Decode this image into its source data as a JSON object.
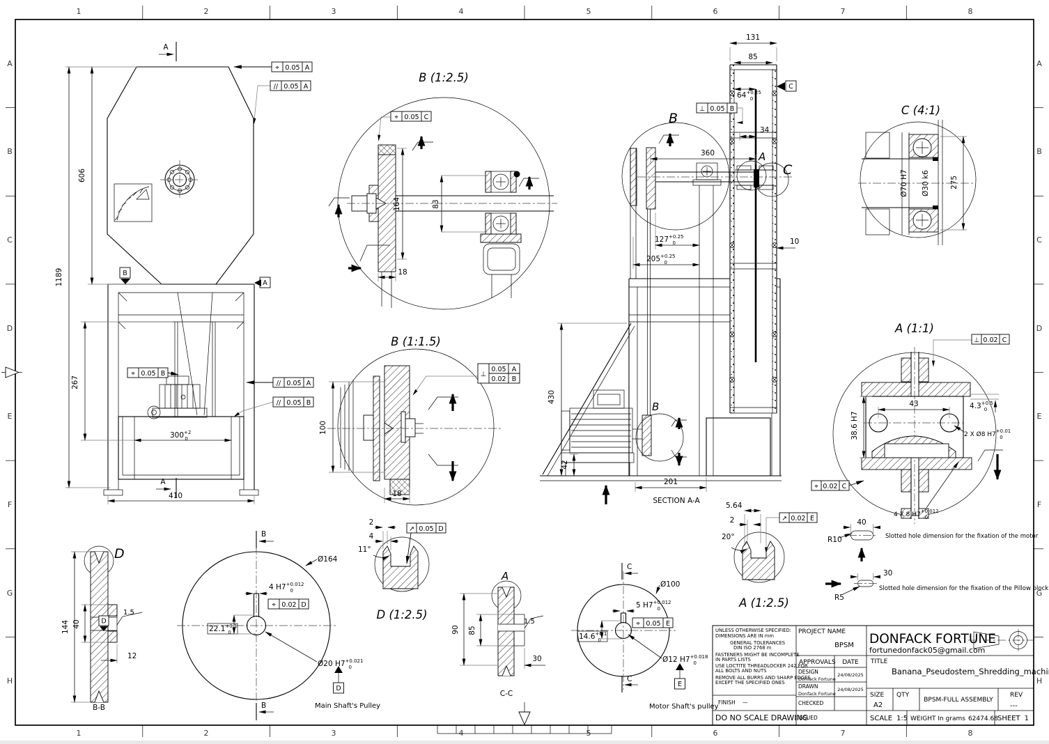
{
  "sheet": {
    "cols": [
      "1",
      "2",
      "3",
      "4",
      "5",
      "6",
      "7",
      "8"
    ],
    "rows": [
      "A",
      "B",
      "C",
      "D",
      "E",
      "F",
      "G",
      "H"
    ]
  },
  "front": {
    "dim_606": "606",
    "dim_1189": "1189",
    "dim_267": "267",
    "dim_300": "300",
    "dim_300_sup": "+2",
    "dim_300_sub": "0",
    "dim_410": "410",
    "fcf_pos_top": {
      "sym": "⌖",
      "tol": "0.05",
      "datum": "A"
    },
    "fcf_par_top": {
      "sym": "//",
      "tol": "0.05",
      "datum": "A"
    },
    "fcf_pos_mid": {
      "sym": "⌖",
      "tol": "0.05",
      "datum": "B"
    },
    "fcf_par_right": {
      "sym": "//",
      "tol": "0.05",
      "datum": "A"
    },
    "fcf_par_tray": {
      "sym": "//",
      "tol": "0.05",
      "datum": "B"
    },
    "datum_a": "A",
    "datum_b": "B",
    "cut_top": "A",
    "cut_bottom": "A"
  },
  "detail_b25": {
    "title": "B (1:2.5)",
    "dim_164": "164",
    "dim_83": "83",
    "dim_18": "18",
    "fcf": {
      "sym": "⌖",
      "tol": "0.05",
      "datum": "C"
    }
  },
  "detail_b15": {
    "title": "B (1:1.5)",
    "dim_100": "100",
    "dim_18": "18",
    "fcf": {
      "sym": "⊥",
      "tol1": "0.05",
      "datum1": "A",
      "tol2": "0.02",
      "datum2": "B"
    }
  },
  "section_aa": {
    "label": "SECTION A-A",
    "dim_131": "131",
    "dim_85": "85",
    "dim_64": "64",
    "dim_64_sup": "+0.25",
    "dim_64_sub": "0",
    "dim_34": "34",
    "dim_360": "360",
    "dim_127": "127",
    "dim_127_sup": "+0.25",
    "dim_127_sub": "0",
    "dim_205": "205",
    "dim_205_sup": "+0.25",
    "dim_205_sub": "0",
    "dim_10": "10",
    "dim_430": "430",
    "dim_42": "42",
    "dim_201": "201",
    "fcf_perp": {
      "sym": "⊥",
      "tol": "0.05",
      "datum": "B"
    },
    "datum_c": "C",
    "detail_a": "A",
    "detail_b": "B",
    "detail_c": "C",
    "detail_b2": "B"
  },
  "detail_c41": {
    "title": "C (4:1)",
    "bore": "Ø70 H7",
    "shaft": "Ø30 k6",
    "dim_275": "275"
  },
  "detail_a11": {
    "title": "A (1:1)",
    "dim_43": "43",
    "dim_43r": "4.3",
    "dim_43r_sup": "+0.5",
    "dim_43r_sub": "0",
    "dim_386": "38.6 H7",
    "holes2": "2 X Ø8 H7",
    "holes2_sup": "+0.01",
    "holes2_sub": "0",
    "holes4": "4 X 8 H7",
    "holes4_sup": "+0.012",
    "holes4_sub": "0",
    "fcf_perp": {
      "sym": "⊥",
      "tol": "0.02",
      "datum": "C"
    },
    "fcf_pos": {
      "sym": "⌖",
      "tol": "0.02",
      "datum": "C"
    }
  },
  "bb": {
    "label": "B-B",
    "detail": "D",
    "dim_144": "144",
    "dim_40": "40",
    "dim_12": "12",
    "finish": "1.5",
    "datum": "D"
  },
  "main_pulley": {
    "label": "Main Shaft's Pulley",
    "dia": "Ø164",
    "key": "4 H7",
    "key_sup": "+0.012",
    "key_sub": "0",
    "fcf": {
      "sym": "⌖",
      "tol": "0.02",
      "datum": "D"
    },
    "dim_221": "22.1",
    "dim_221_sup": "+0.1",
    "dim_221_sub": "0",
    "bore": "Ø20 H7",
    "bore_sup": "+0.021",
    "bore_sub": "0",
    "datum": "D",
    "cut": "B"
  },
  "detail_d25": {
    "title": "D (1:2.5)",
    "dim_2": "2",
    "dim_4": "4",
    "angle": "11°",
    "fcf": {
      "sym": "↗",
      "tol": "0.05",
      "datum": "D"
    }
  },
  "cc": {
    "label": "C-C",
    "detail": "A",
    "dim_90": "90",
    "dim_85": "85",
    "finish": "1.5",
    "dim_30": "30"
  },
  "motor_pulley": {
    "label": "Motor Shaft's pulley",
    "dia": "Ø100",
    "key": "5 H7",
    "key_sup": "+0.012",
    "key_sub": "0",
    "fcf": {
      "sym": "⌖",
      "tol": "0.05",
      "datum": "E"
    },
    "dim_146": "14.6",
    "dim_146_sup": "+0.1",
    "dim_146_sub": "0",
    "bore": "Ø12 H7",
    "bore_sup": "+0.018",
    "bore_sub": "0",
    "datum": "E",
    "cut": "C"
  },
  "detail_a25": {
    "title": "A (1:2.5)",
    "dim_564": "5.64",
    "dim_2": "2",
    "angle": "20°",
    "fcf": {
      "sym": "↗",
      "tol": "0.02",
      "datum": "E"
    }
  },
  "slots": {
    "slot1": {
      "radius": "R10",
      "len": "40",
      "note": "Slotted hole dimension for the fixation of the motor"
    },
    "slot2": {
      "radius": "R5",
      "len": "30",
      "note": "Slotted hole dimension for the fixation of the Pillow block bearing"
    }
  },
  "title_block": {
    "note1a": "UNLESS OTHERWISE SPECIFIED:",
    "note1b": "DIMENSIONS ARE IN mm",
    "note2a": "GENERAL TOLERANCES",
    "note2b": "DIN ISO 2768 m",
    "note3a": "FASTENERS MIGHT BE INCOMPLETE",
    "note3b": "IN PARTS LISTS",
    "note4a": "USE LOCTITE THREADLOCKER 242 FOR",
    "note4b": "ALL BOLTS AND NUTS",
    "note5a": "REMOVE ALL BURRS AND SHARP EDGES",
    "note5b": "EXCEPT THE SPECIFIED ONES",
    "finish_label": "FINISH",
    "finish_value": "—",
    "no_scale": "DO NO SCALE DRAWING",
    "project_label": "PROJECT NAME",
    "project_value": "BPSM",
    "approvals": "APPROVALS",
    "date": "DATE",
    "design_label": "DESIGN",
    "design_name": "Donfack Fortune",
    "design_date": "24/08/2025",
    "drawn_label": "DRAWN",
    "drawn_name": "Donfack Fortune",
    "drawn_date": "24/08/2025",
    "checked_label": "CHECKED",
    "issued_label": "ISSUED",
    "company": "DONFACK FORTUNE",
    "email": "fortunedonfack05@gmail.com",
    "title_label": "TITLE",
    "title_value": "Banana_Pseudostem_Shredding_machine",
    "size_label": "SIZE",
    "size_value": "A2",
    "qty_label": "QTY",
    "assembly": "BPSM-FULL ASSEMBLY",
    "rev_label": "REV",
    "rev_value": "---",
    "scale_label": "SCALE",
    "scale_value": "1:5",
    "weight_label": "WEIGHT In grams",
    "weight_value": "62474.68",
    "sheet_label": "SHEET",
    "sheet_value": "1"
  }
}
